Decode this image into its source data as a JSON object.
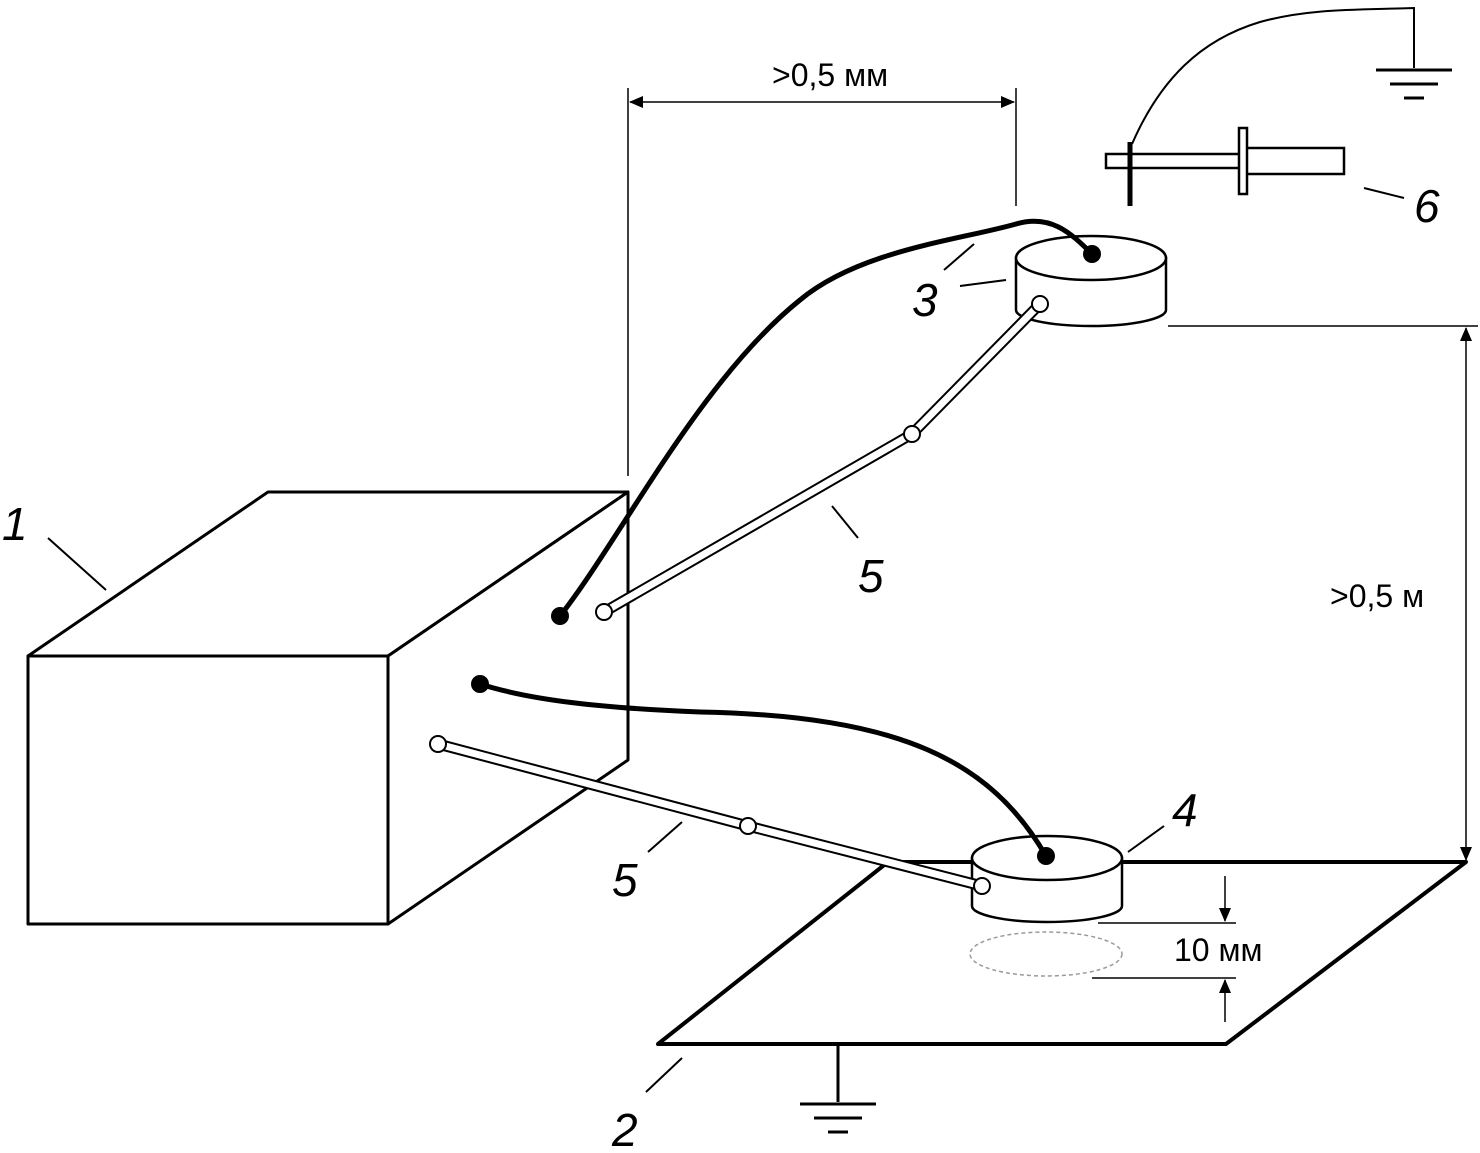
{
  "labels": {
    "box": "1",
    "plate": "2",
    "upper_electrode": "3",
    "lower_electrode": "4",
    "rod_upper": "5",
    "rod_lower": "5",
    "probe": "6"
  },
  "dimensions": {
    "horizontal_gap": ">0,5 мм",
    "vertical_gap": ">0,5 м",
    "plate_gap": "10 мм"
  },
  "colors": {
    "line": "#000000",
    "background": "#ffffff",
    "ellipse_dashed": "#9a9a9a"
  },
  "icons": [
    "ground-icon",
    "ground-icon",
    "arrow-icon"
  ]
}
